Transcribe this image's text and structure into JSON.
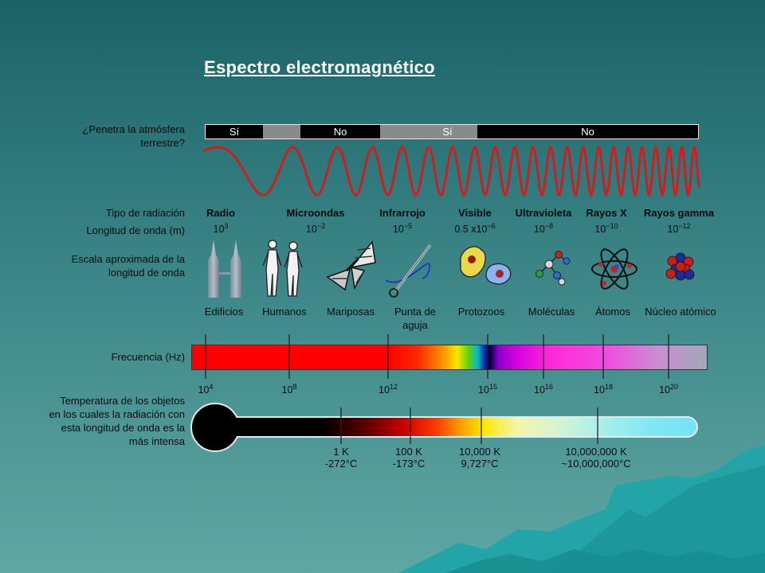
{
  "title": "Espectro electromagnético",
  "labels": {
    "atmosphere": "¿Penetra la atmósfera terrestre?",
    "radiation_type": "Tipo de radiación",
    "wavelength": "Longitud de onda (m)",
    "scale": "Escala aproximada de la longitud de onda",
    "frequency": "Frecuencia (Hz)",
    "temperature": "Temperatura de los objetos en los cuales la radiación con esta longitud de onda es la más intensa"
  },
  "atmosphere_segments": [
    {
      "label": "Sí",
      "color": "#000000",
      "text_color": "#ffffff"
    },
    {
      "label": "",
      "color": "#8a8a8a",
      "text_color": "#ffffff"
    },
    {
      "label": "No",
      "color": "#000000",
      "text_color": "#ffffff"
    },
    {
      "label": "",
      "color": "#8a8a8a",
      "text_color": "#ffffff"
    },
    {
      "label": "Sí",
      "color": "#8a8a8a",
      "text_color": "#ffffff"
    },
    {
      "label": "No",
      "color": "#000000",
      "text_color": "#ffffff"
    }
  ],
  "radiation_types": [
    {
      "name": "Radio",
      "base": "10",
      "exp": "3"
    },
    {
      "name": "Microondas",
      "base": "10",
      "exp": "−2"
    },
    {
      "name": "Infrarrojo",
      "base": "10",
      "exp": "−5"
    },
    {
      "name": "Visible",
      "base": "0.5 x10",
      "exp": "−6"
    },
    {
      "name": "Ultravioleta",
      "base": "10",
      "exp": "−8"
    },
    {
      "name": "Rayos X",
      "base": "10",
      "exp": "−10"
    },
    {
      "name": "Rayos gamma",
      "base": "10",
      "exp": "−12"
    }
  ],
  "scale_objects": [
    {
      "label": "Edificios",
      "icon": "buildings-icon"
    },
    {
      "label": "Humanos",
      "icon": "humans-icon"
    },
    {
      "label": "Mariposas",
      "icon": "butterfly-icon"
    },
    {
      "label": "Punta de aguja",
      "icon": "needle-icon"
    },
    {
      "label": "Protozoos",
      "icon": "protozoa-icon"
    },
    {
      "label": "Moléculas",
      "icon": "molecule-icon"
    },
    {
      "label": "Átomos",
      "icon": "atom-icon"
    },
    {
      "label": "Núcleo atómico",
      "icon": "nucleus-icon"
    }
  ],
  "frequency_ticks": [
    {
      "base": "10",
      "exp": "4"
    },
    {
      "base": "10",
      "exp": "8"
    },
    {
      "base": "10",
      "exp": "12"
    },
    {
      "base": "10",
      "exp": "15"
    },
    {
      "base": "10",
      "exp": "16"
    },
    {
      "base": "10",
      "exp": "18"
    },
    {
      "base": "10",
      "exp": "20"
    }
  ],
  "temperature_ticks": [
    {
      "line1": "1 K",
      "line2": "-272°C"
    },
    {
      "line1": "100 K",
      "line2": "-173°C"
    },
    {
      "line1": "10,000 K",
      "line2": "9,727°C"
    },
    {
      "line1": "10,000,000 K",
      "line2": "~10,000,000°C"
    }
  ],
  "colors": {
    "wave": "#cc1f1f",
    "title": "#ffffff",
    "mountain": "#1f9fa3"
  }
}
